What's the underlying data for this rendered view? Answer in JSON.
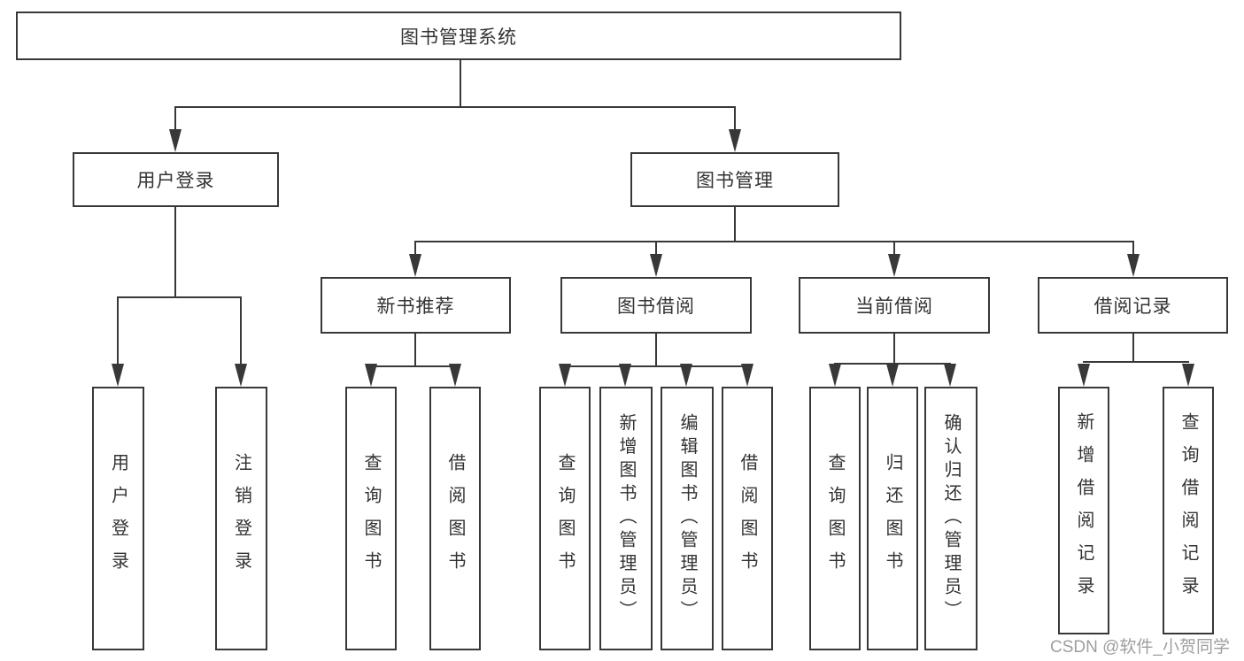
{
  "root": {
    "label": "图书管理系统"
  },
  "level2": [
    {
      "label": "用户登录"
    },
    {
      "label": "图书管理"
    }
  ],
  "level3": [
    {
      "label": "新书推荐"
    },
    {
      "label": "图书借阅"
    },
    {
      "label": "当前借阅"
    },
    {
      "label": "借阅记录"
    }
  ],
  "leaves": {
    "user_login": [
      "用户登录",
      "注销登录"
    ],
    "new_book": [
      "查询图书",
      "借阅图书"
    ],
    "book_borrow": [
      "查询图书",
      "新增图书（管理员）",
      "编辑图书（管理员）",
      "借阅图书"
    ],
    "current_borrow": [
      "查询图书",
      "归还图书",
      "确认归还（管理员）"
    ],
    "borrow_record": [
      "新增借阅记录",
      "查询借阅记录"
    ]
  },
  "watermark": "CSDN @软件_小贺同学",
  "colors": {
    "line": "#383838",
    "text": "#333333",
    "watermark": "#9e9e9e",
    "background": "#ffffff"
  }
}
